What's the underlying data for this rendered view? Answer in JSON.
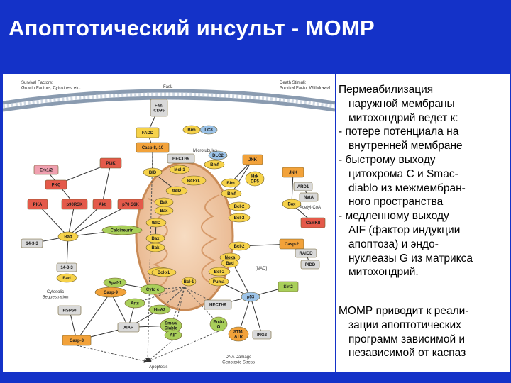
{
  "slide": {
    "title": "Апоптотический инсульт - МОМР"
  },
  "diagram": {
    "labels": {
      "survival_factors": [
        "Survival Factors:",
        "Growth Factors, Cytokines, etc."
      ],
      "fasl": "FasL",
      "death_stimuli": [
        "Death Stimuli:",
        "Survival Factor Withdrawal"
      ],
      "microtubules": "Microtubules",
      "acetyl_coa": "Acetyl-CoA",
      "cytosolic_sequestration": [
        "Cytosolic",
        "Sequestration"
      ],
      "nad": "[NAD]",
      "dna_damage": [
        "DNA Damage",
        "Genotoxic Stress"
      ],
      "apoptosis": "Apoptosis"
    },
    "nodes": {
      "fadd": "FADD",
      "fas": [
        "Fas/",
        "CD95"
      ],
      "casp810": "Casp-8,-10",
      "bim_top": "Bim",
      "lc8": "LC8",
      "hecth9_top": "HECTH9",
      "dlc2": "DLC2",
      "bmf_top": "Bmf",
      "jnk_top": "JNK",
      "pi3k": "PI3K",
      "erk": "Erk1/2",
      "pkc": "PKC",
      "pka": "PKA",
      "p90rsk": "p90RSK",
      "akt": "Akt",
      "p70s6k": "p70 S6K",
      "bid": "BID",
      "mcl1": "Mcl-1",
      "bclxl_top": "Bcl-xL",
      "tbid_a": "tBID",
      "bim_mid": "Bim",
      "bmf_mid": "Bmf",
      "hrk": [
        "Hrk",
        "DP5"
      ],
      "bak_a": "Bak",
      "bax_a": "Bax",
      "bcl2_a": "Bcl-2",
      "bcl2_b": "Bcl-2",
      "tbid_b": "tBID",
      "bax_b": "Bax",
      "bak_b": "Bak",
      "bcl2_c": "Bcl-2",
      "bclxl_mid": "Bcl-xL",
      "noxa": "Noxa",
      "bad_mid": "Bad",
      "bclxl_bot": "Bcl-xL",
      "bcl2_d": "Bcl-2",
      "puma": "Puma",
      "bcl1": "Bcl-1",
      "jnk_right": "JNK",
      "arid1": "ARD1",
      "nat": "NatA",
      "bax_right": "Bax",
      "camk2": "CaMKII",
      "casp2": "Casp-2",
      "raidd": "RAIDD",
      "pidd": "PIDD",
      "sirt2": "Sirt2",
      "p53": "p53",
      "hecth9_bot": "HECTH9",
      "endog": [
        "Endo",
        "G"
      ],
      "stm": [
        "STM/",
        "ATR"
      ],
      "ing2": "ING2",
      "bad_left": "Bad",
      "calcineurin": "Calcineurin",
      "p1433_a": "14-3-3",
      "p1433_b": "14-3-3",
      "bad_low": "Bad",
      "apaf1": "Apaf-1",
      "casp9": "Casp-9",
      "cytoc": "Cyto c",
      "arts": "Arts",
      "htra2": "HtrA2",
      "smac": [
        "Smac/",
        "Diablo"
      ],
      "hsp60": "HSP60",
      "xiap": "XIAP",
      "aif": "AIF",
      "casp3": "Casp-3"
    }
  },
  "text_panel": {
    "paragraph1": [
      "Пермеабилизация",
      "наружной мембраны",
      "митохондрий ведет к:",
      "- потере потенциала на",
      "внутренней мембране",
      "- быстрому выходу",
      "цитохрома С и Smac-",
      "diablo из межмембран-",
      "ного пространства",
      "- медленному выходу",
      "AIF (фактор индукции",
      "апоптоза) и эндо-",
      "нуклеазы G из матрикса",
      "митохондрий."
    ],
    "paragraph2": [
      "МОМР приводит к реали-",
      "зации апоптотических",
      "программ зависимой и",
      "независимой от каспаз"
    ]
  }
}
